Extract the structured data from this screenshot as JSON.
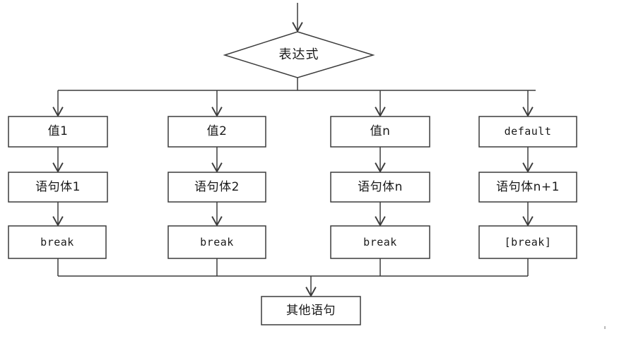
{
  "diagram": {
    "title": "switch statement flowchart",
    "type": "flowchart",
    "stroke_color": "#3c3c3c",
    "text_color": "#1a1a1a",
    "background_color": "#ffffff"
  },
  "decision": {
    "label": "表达式",
    "shape": "diamond"
  },
  "branches": [
    {
      "case_label": "值1",
      "body_label": "语句体1",
      "break_label": "break"
    },
    {
      "case_label": "值2",
      "body_label": "语句体2",
      "break_label": "break"
    },
    {
      "case_label": "值n",
      "body_label": "语句体n",
      "break_label": "break"
    },
    {
      "case_label": "default",
      "body_label": "语句体n+1",
      "break_label": "[break]"
    }
  ],
  "exit": {
    "label": "其他语句",
    "shape": "rectangle"
  }
}
